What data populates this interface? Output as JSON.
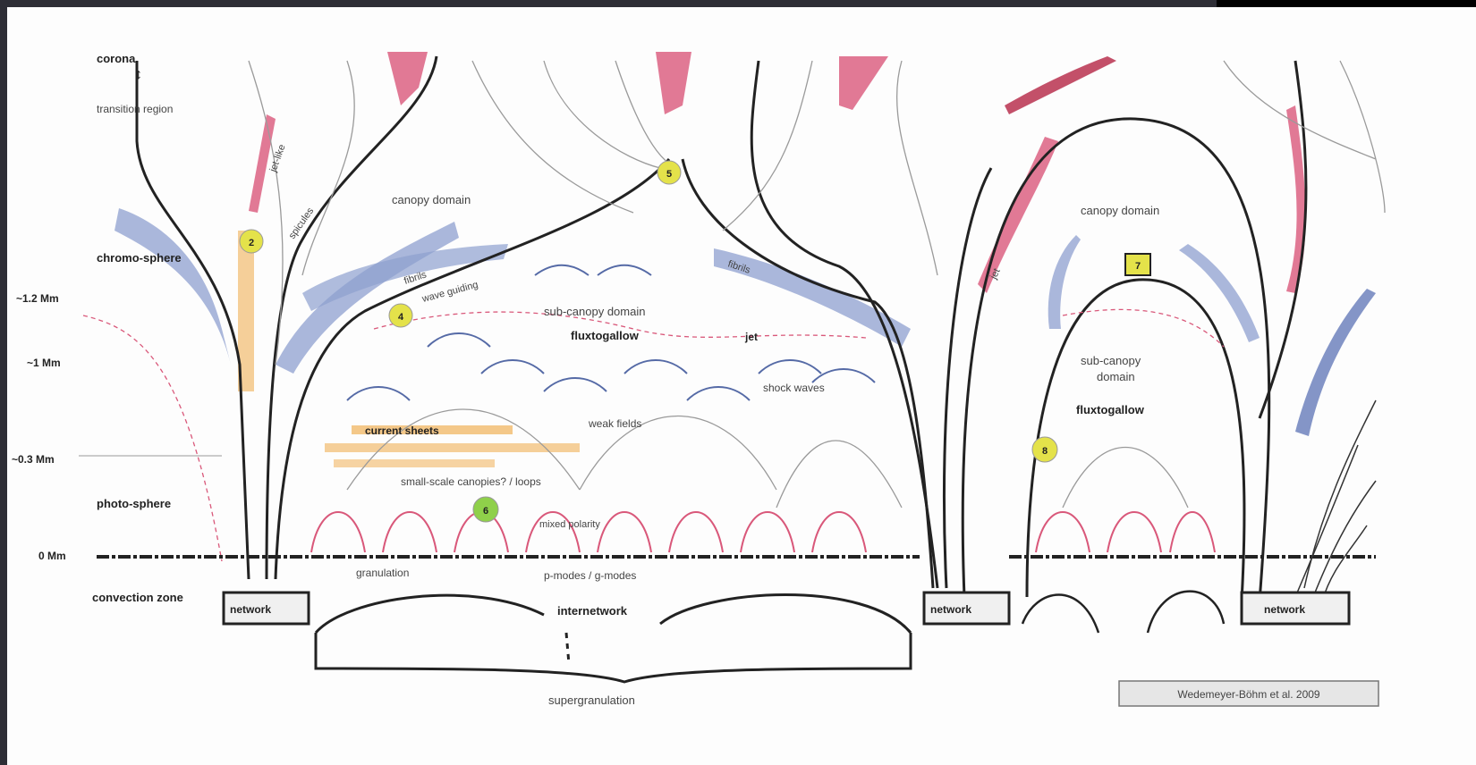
{
  "diagram": {
    "left_axis": {
      "top_label": "corona",
      "transition_label": "transition region",
      "chromosphere_label": "chromo-sphere",
      "photosphere_label": "photo-sphere",
      "convection_label": "convection zone",
      "heights": [
        "~1.2 Mm",
        "~1 Mm",
        "~0.3 Mm",
        "0 Mm"
      ]
    },
    "regions": {
      "canopy_left": "canopy domain",
      "canopy_right": "canopy domain",
      "subcanopy_left": "sub-canopy domain",
      "subcanopy_right_1": "sub-canopy",
      "subcanopy_right_2": "domain",
      "fluxtogallow_left": "fluxtogallow",
      "fluxtogallow_right": "fluxtogallow",
      "network_left": "network",
      "network_middle": "network",
      "network_right": "network",
      "internetwork": "internetwork",
      "supergranulation": "supergranulation",
      "granulation": "granulation",
      "p_modes": "p-modes / g-modes"
    },
    "annotations": {
      "spicules": "spicules",
      "fibrils_left": "fibrils",
      "fibrils_right": "fibrils",
      "wave_guiding": "wave guiding",
      "jet_left": "jet",
      "jet_right": "jet",
      "shock_waves": "shock waves",
      "weak_fields": "weak fields",
      "current_sheets": "current sheets",
      "small_scale": "small-scale canopies? / loops",
      "spiral_top": "jet-like",
      "mixed_polarity": "mixed polarity"
    },
    "markers": [
      "2",
      "4",
      "5",
      "6",
      "7",
      "8"
    ],
    "credit": "Wedemeyer-Böhm et al. 2009"
  },
  "colors": {
    "field_line": "#222222",
    "pink": "#d9587a",
    "blue": "#8d9fcf",
    "orange": "#f0b057",
    "marker": "#e4e24a",
    "thin_line": "#888888"
  }
}
